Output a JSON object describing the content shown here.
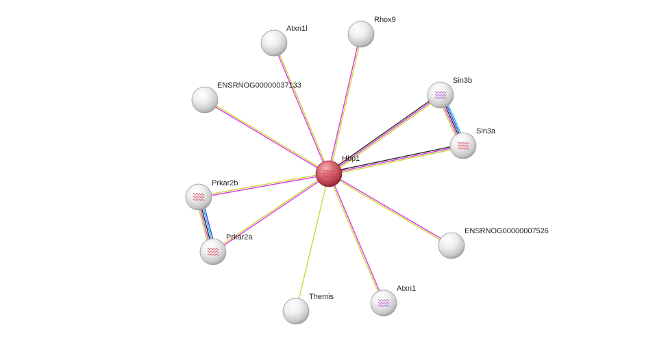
{
  "colors": {
    "experiments": "#e040e0",
    "textmining": "#c8dc40",
    "coexpression": "#303030",
    "database": "#38b8d8",
    "homology": "#3050e8",
    "center_node": "#d04c5a",
    "node": "#e8e8e8"
  },
  "nodes": [
    {
      "id": "Hbp1",
      "label": "Hbp1",
      "center": true,
      "structure": "red"
    },
    {
      "id": "Atxn1l",
      "label": "Atxn1l"
    },
    {
      "id": "Rhox9",
      "label": "Rhox9"
    },
    {
      "id": "ENSRNOG00000037133",
      "label": "ENSRNOG00000037133"
    },
    {
      "id": "Sin3b",
      "label": "Sin3b",
      "structure": "purple"
    },
    {
      "id": "Sin3a",
      "label": "Sin3a",
      "structure": "red"
    },
    {
      "id": "Prkar2b",
      "label": "Prkar2b",
      "structure": "red"
    },
    {
      "id": "Prkar2a",
      "label": "Prkar2a",
      "structure": "red"
    },
    {
      "id": "ENSRNOG00000007526",
      "label": "ENSRNOG00000007526"
    },
    {
      "id": "Themis",
      "label": "Themis"
    },
    {
      "id": "Atxn1",
      "label": "Atxn1",
      "structure": "purple"
    }
  ],
  "edges": [
    {
      "source": "Hbp1",
      "target": "Atxn1l",
      "types": [
        "experiments",
        "textmining"
      ]
    },
    {
      "source": "Hbp1",
      "target": "Rhox9",
      "types": [
        "experiments",
        "textmining"
      ]
    },
    {
      "source": "Hbp1",
      "target": "ENSRNOG00000037133",
      "types": [
        "experiments",
        "textmining"
      ]
    },
    {
      "source": "Hbp1",
      "target": "Sin3b",
      "types": [
        "coexpression",
        "experiments",
        "textmining"
      ]
    },
    {
      "source": "Hbp1",
      "target": "Sin3a",
      "types": [
        "coexpression",
        "experiments",
        "textmining"
      ]
    },
    {
      "source": "Hbp1",
      "target": "Prkar2b",
      "types": [
        "experiments",
        "textmining"
      ]
    },
    {
      "source": "Hbp1",
      "target": "Prkar2a",
      "types": [
        "experiments",
        "textmining"
      ]
    },
    {
      "source": "Hbp1",
      "target": "ENSRNOG00000007526",
      "types": [
        "experiments",
        "textmining"
      ]
    },
    {
      "source": "Hbp1",
      "target": "Themis",
      "types": [
        "textmining"
      ]
    },
    {
      "source": "Hbp1",
      "target": "Atxn1",
      "types": [
        "experiments",
        "textmining"
      ]
    },
    {
      "source": "Sin3b",
      "target": "Sin3a",
      "types": [
        "database",
        "homology",
        "coexpression",
        "experiments",
        "textmining"
      ]
    },
    {
      "source": "Prkar2b",
      "target": "Prkar2a",
      "types": [
        "homology",
        "database",
        "coexpression",
        "experiments",
        "textmining"
      ]
    }
  ]
}
